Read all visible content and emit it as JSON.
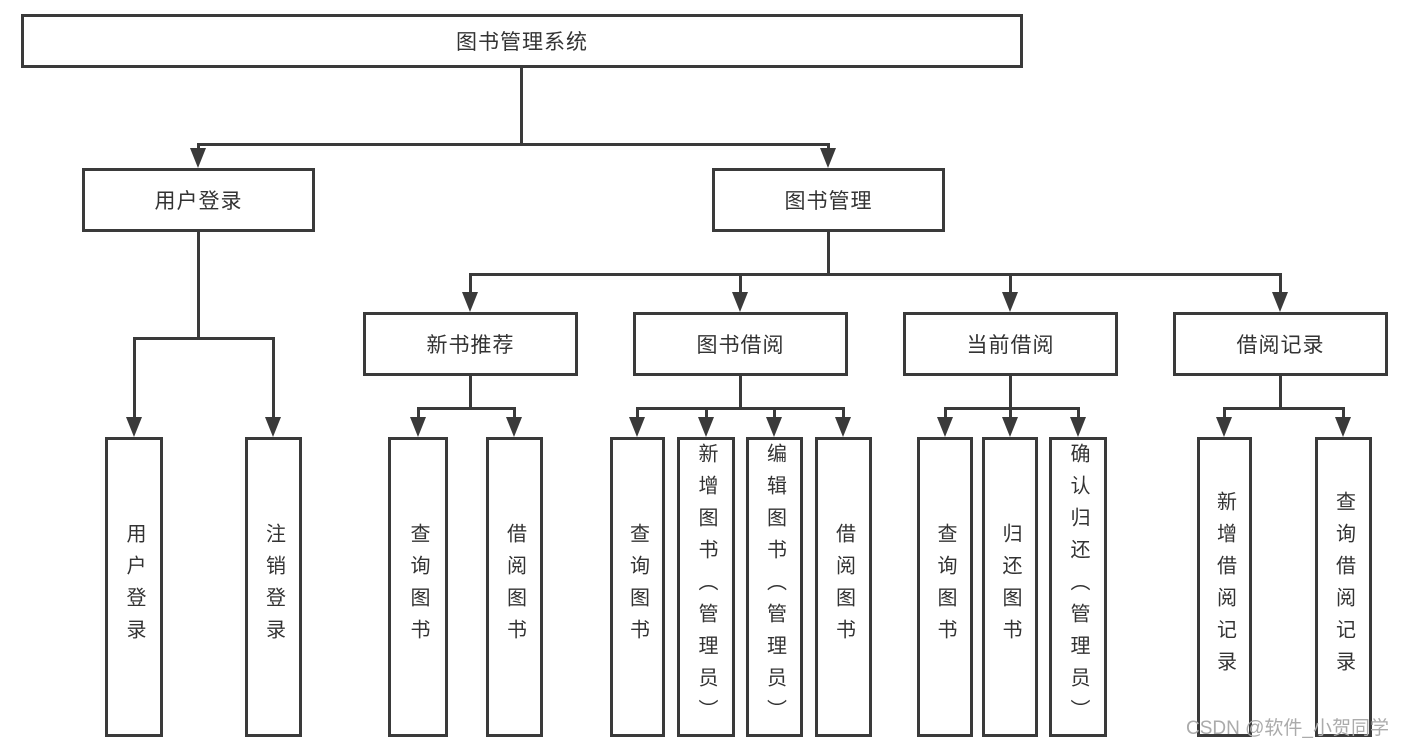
{
  "diagram": {
    "type": "hierarchy-tree",
    "root": "图书管理系统",
    "children": [
      {
        "label": "用户登录",
        "children": [
          "用户登录",
          "注销登录"
        ]
      },
      {
        "label": "图书管理",
        "children": [
          {
            "label": "新书推荐",
            "children": [
              "查询图书",
              "借阅图书"
            ]
          },
          {
            "label": "图书借阅",
            "children": [
              "查询图书",
              "新增图书（管理员）",
              "编辑图书（管理员）",
              "借阅图书"
            ]
          },
          {
            "label": "当前借阅",
            "children": [
              "查询图书",
              "归还图书",
              "确认归还（管理员）"
            ]
          },
          {
            "label": "借阅记录",
            "children": [
              "新增借阅记录",
              "查询借阅记录"
            ]
          }
        ]
      }
    ]
  },
  "watermark": "CSDN @软件_小贺同学",
  "colors": {
    "line": "#3a3a3a",
    "text": "#333333",
    "watermark": "#ababab",
    "background": "#ffffff"
  }
}
